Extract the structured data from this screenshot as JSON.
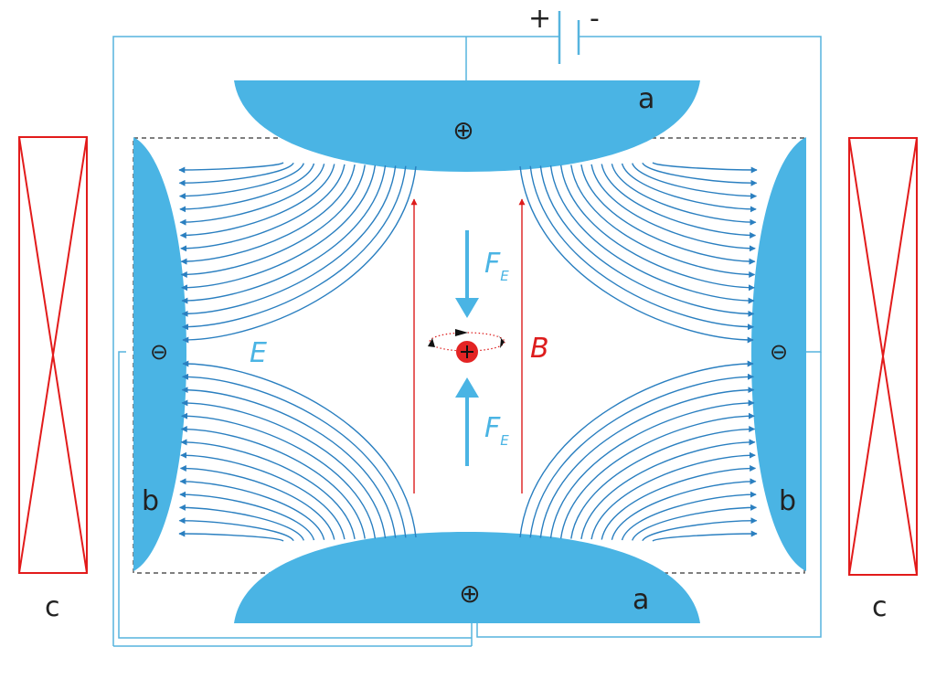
{
  "labels": {
    "electrode_a": "a",
    "electrode_b": "b",
    "coil_c": "c",
    "plus_sign": "⊕",
    "minus_sign": "⊖",
    "battery_plus": "+",
    "battery_minus": "-",
    "field_E": "E",
    "field_B": "B",
    "force_F": "F",
    "force_sub": "E"
  },
  "colors": {
    "electrode": "#4ab4e4",
    "field_line": "#2a7fc0",
    "wire": "#56b4de",
    "magnetic": "#dd1c1c",
    "coil": "#e21b1b",
    "text": "#222222",
    "dash": "#333333",
    "particle": "#e32424"
  }
}
